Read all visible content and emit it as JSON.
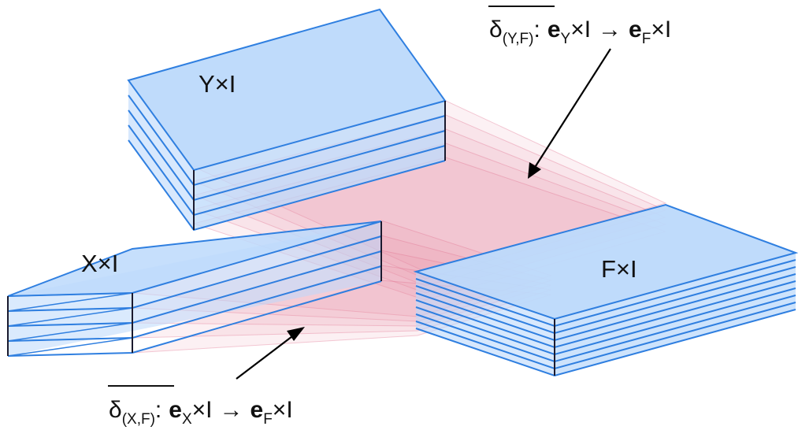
{
  "colors": {
    "slab_fill": "#bcd9fb",
    "slab_edge": "#2f7fe0",
    "slab_dark_edge": "#1a1a2e",
    "map_fill": "#e88aa3",
    "map_line": "#e06a8a",
    "arrow": "#000000"
  },
  "slabs": {
    "y": {
      "label": "Y×I",
      "layers": 4
    },
    "x": {
      "label": "X×I",
      "layers": 4
    },
    "f": {
      "label": "F×I",
      "layers": 8
    }
  },
  "annotations": {
    "top": {
      "delta": "δ",
      "delta_sub": "(Y,F)",
      "colon": ":",
      "e1": "e",
      "e1_sub": "Y",
      "mid": "×I",
      "arrow": "→",
      "e2": "e",
      "e2_sub": "F",
      "end": "×I"
    },
    "bottom": {
      "delta": "δ",
      "delta_sub": "(X,F)",
      "colon": ":",
      "e1": "e",
      "e1_sub": "X",
      "mid": "×I",
      "arrow": "→",
      "e2": "e",
      "e2_sub": "F",
      "end": "×I"
    }
  }
}
